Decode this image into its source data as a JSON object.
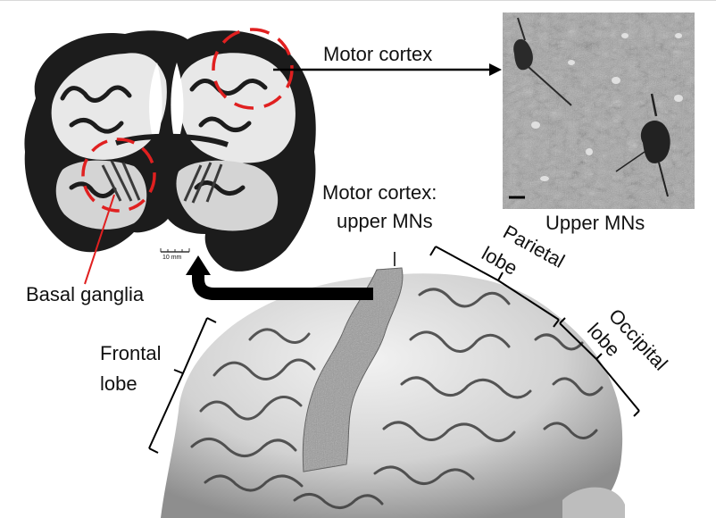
{
  "labels": {
    "motor_cortex": "Motor cortex",
    "motor_cortex_upper_mns_line1": "Motor cortex:",
    "motor_cortex_upper_mns_line2": "upper MNs",
    "upper_mns": "Upper MNs",
    "basal_ganglia": "Basal ganglia",
    "frontal_lobe_line1": "Frontal",
    "frontal_lobe_line2": "lobe",
    "parietal_lobe_line1": "Parietal",
    "parietal_lobe_line2": "lobe",
    "occipital_lobe_line1": "Occipital",
    "occipital_lobe_line2": "lobe",
    "scale_bar": "10 mm"
  },
  "colors": {
    "highlight_circle": "#e02020",
    "arrow": "#000000",
    "motor_strip": "#9a9a9a"
  }
}
